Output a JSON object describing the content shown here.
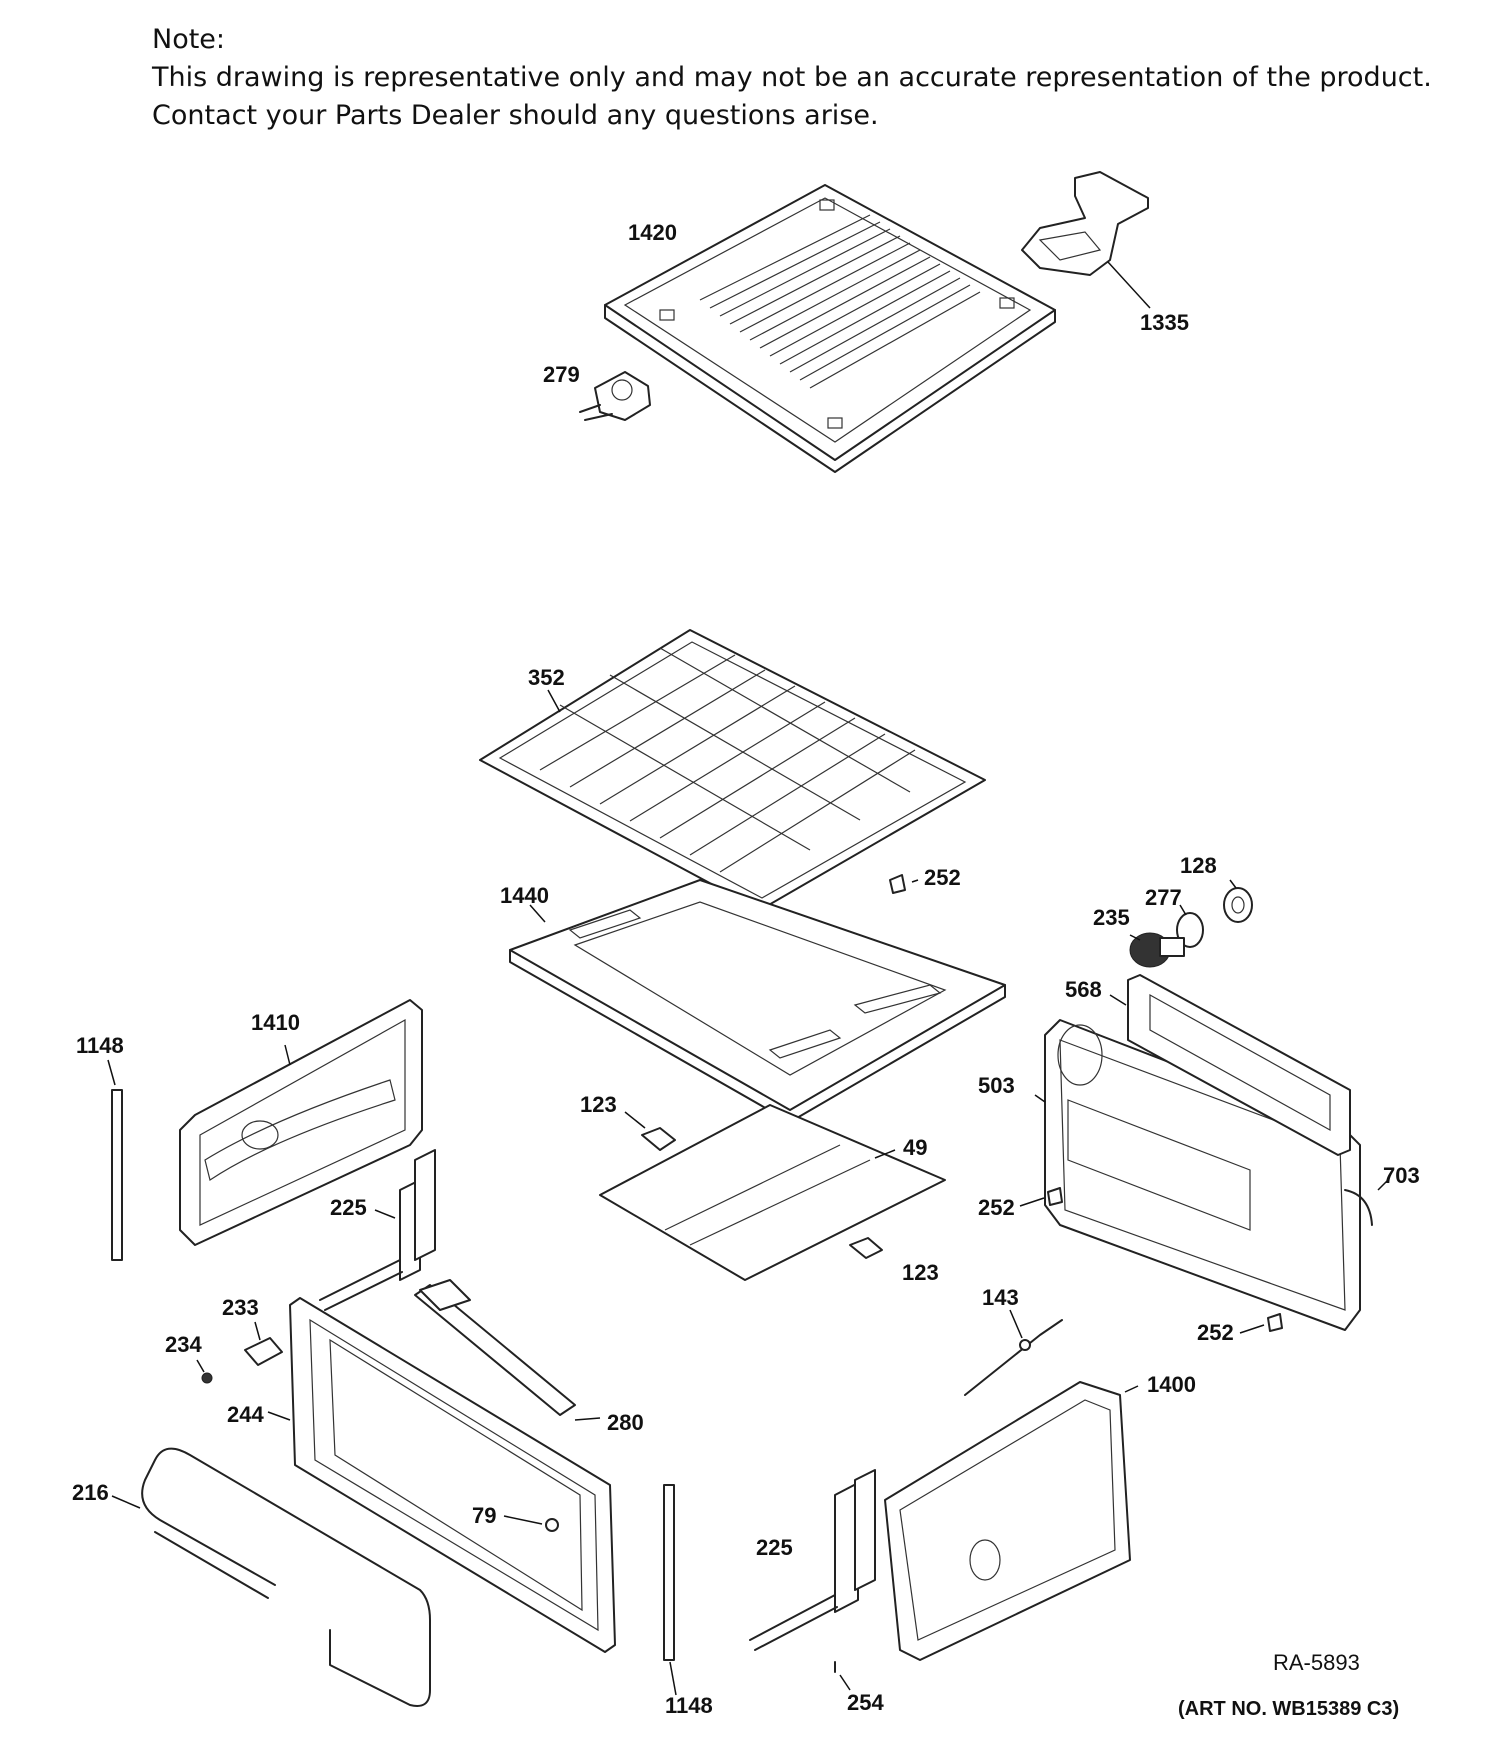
{
  "note": {
    "heading": "Note:",
    "line1": "This drawing is representative only and may not be an accurate representation of the product.",
    "line2": "Contact your Parts Dealer should any questions arise."
  },
  "callouts": [
    "1420",
    "1335",
    "279",
    "352",
    "252",
    "128",
    "277",
    "1440",
    "235",
    "568",
    "1148",
    "1410",
    "503",
    "123",
    "49",
    "225",
    "252",
    "703",
    "123",
    "143",
    "233",
    "234",
    "244",
    "280",
    "252",
    "1400",
    "216",
    "79",
    "225",
    "1148",
    "254"
  ],
  "footer": {
    "ra_code": "RA-5893",
    "art_no": "(ART NO. WB15389 C3)"
  }
}
